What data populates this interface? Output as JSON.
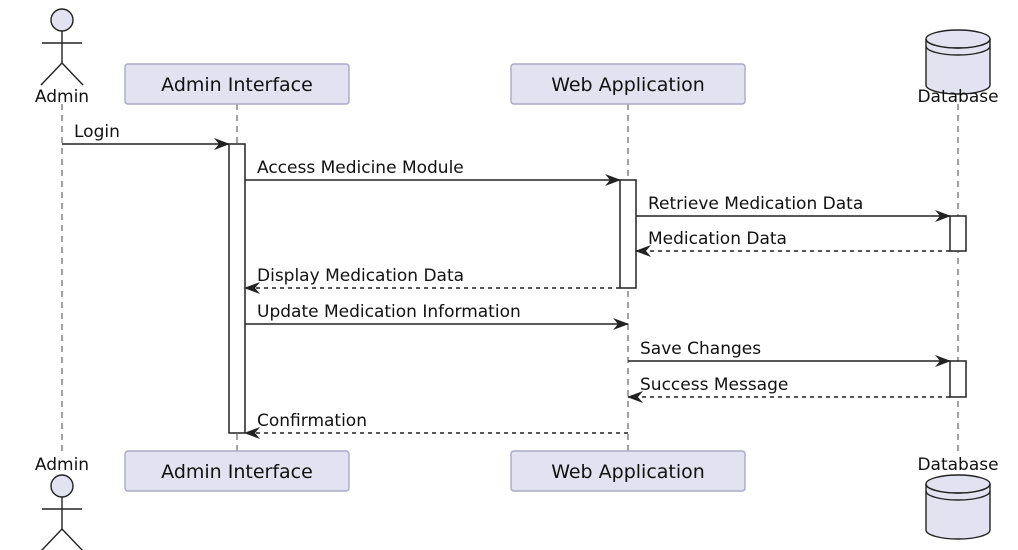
{
  "colors": {
    "participant_fill": "#e2e2f0",
    "participant_stroke": "#a9a9c9",
    "actor_fill": "#e2e2f0",
    "line": "#222222",
    "lifeline": "#666666",
    "activation_fill": "#ffffff"
  },
  "participants": [
    {
      "id": "admin",
      "label": "Admin",
      "kind": "actor",
      "icon": "actor-stick-figure-icon"
    },
    {
      "id": "admin_interface",
      "label": "Admin Interface",
      "kind": "box"
    },
    {
      "id": "web_application",
      "label": "Web Application",
      "kind": "box"
    },
    {
      "id": "database",
      "label": "Database",
      "kind": "database",
      "icon": "database-cylinder-icon"
    }
  ],
  "messages": [
    {
      "label": "Login",
      "from": "admin",
      "to": "admin_interface",
      "style": "solid"
    },
    {
      "label": "Access Medicine Module",
      "from": "admin_interface",
      "to": "web_application",
      "style": "solid"
    },
    {
      "label": "Retrieve Medication Data",
      "from": "web_application",
      "to": "database",
      "style": "solid"
    },
    {
      "label": "Medication Data",
      "from": "database",
      "to": "web_application",
      "style": "dashed"
    },
    {
      "label": "Display Medication Data",
      "from": "web_application",
      "to": "admin_interface",
      "style": "dashed"
    },
    {
      "label": "Update Medication Information",
      "from": "admin_interface",
      "to": "web_application",
      "style": "solid"
    },
    {
      "label": "Save Changes",
      "from": "web_application",
      "to": "database",
      "style": "solid"
    },
    {
      "label": "Success Message",
      "from": "database",
      "to": "web_application",
      "style": "dashed"
    },
    {
      "label": "Confirmation",
      "from": "web_application",
      "to": "admin_interface",
      "style": "dashed"
    }
  ]
}
